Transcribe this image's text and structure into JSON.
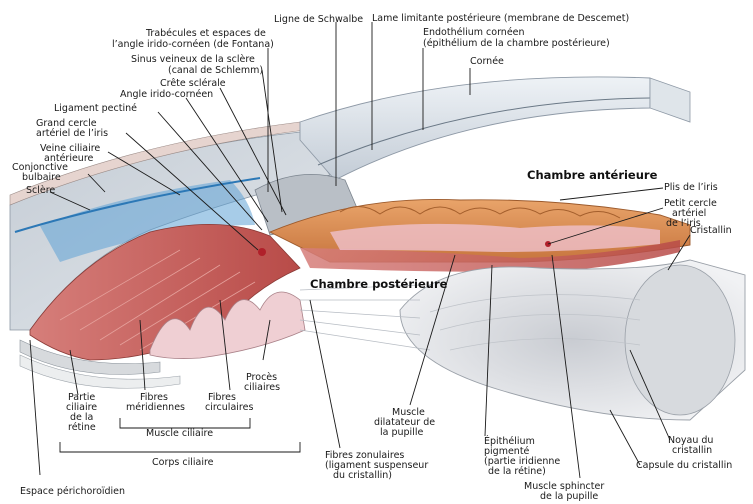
{
  "labels": {
    "ligne_schwalbe": "Ligne de Schwalbe",
    "lame_limitante": "Lame limitante postérieure (membrane de Descemet)",
    "trabecules_1": "Trabécules et espaces de",
    "trabecules_2": "l’angle irido-cornéen (de Fontana)",
    "endothelium_1": "Endothélium cornéen",
    "endothelium_2": "(épithélium de la chambre postérieure)",
    "sinus_1": "Sinus veineux de la sclère",
    "sinus_2": "(canal de Schlemm)",
    "cornee": "Cornée",
    "crete": "Crête sclérale",
    "angle": "Angle irido-cornéen",
    "ligament": "Ligament pectiné",
    "grand_cercle_1": "Grand cercle",
    "grand_cercle_2": "artériel de l’iris",
    "veine_1": "Veine ciliaire",
    "veine_2": "antérieure",
    "conjonctive_1": "Conjonctive",
    "conjonctive_2": "bulbaire",
    "sclere": "Sclère",
    "chambre_anterieure": "Chambre antérieure",
    "plis": "Plis de l’iris",
    "petit_cercle_1": "Petit cercle",
    "petit_cercle_2": "artériel",
    "petit_cercle_3": "de l’iris",
    "cristallin": "Cristallin",
    "chambre_posterieure": "Chambre postérieure",
    "proces_1": "Procès",
    "proces_2": "ciliaires",
    "partie_1": "Partie",
    "partie_2": "ciliaire",
    "partie_3": "de la",
    "partie_4": "rétine",
    "fibres_mer_1": "Fibres",
    "fibres_mer_2": "méridiennes",
    "fibres_circ_1": "Fibres",
    "fibres_circ_2": "circulaires",
    "muscle_ciliaire": "Muscle ciliaire",
    "corps_ciliaire": "Corps ciliaire",
    "espace": "Espace périchoroïdien",
    "dilatateur_1": "Muscle",
    "dilatateur_2": "dilatateur de",
    "dilatateur_3": "la pupille",
    "fibres_zon_1": "Fibres zonulaires",
    "fibres_zon_2": "(ligament suspenseur",
    "fibres_zon_3": "du cristallin)",
    "epithelium_1": "Épithélium",
    "epithelium_2": "pigmenté",
    "epithelium_3": "(partie iridienne",
    "epithelium_4": "de la rétine)",
    "sphincter_1": "Muscle sphincter",
    "sphincter_2": "de la pupille",
    "noyau_1": "Noyau du",
    "noyau_2": "cristallin",
    "capsule": "Capsule du cristallin"
  },
  "colors": {
    "cornea": "#d9e1e8",
    "sclera": "#cfd6dd",
    "blue_layer": "#3f8fc9",
    "iris_stroma": "#d9905a",
    "iris_pink": "#e8b8c4",
    "ciliary_muscle": "#c9605a",
    "ciliary_process": "#e9c4c9",
    "lens": "#e4e6ea",
    "vessel": "#b0202a"
  }
}
